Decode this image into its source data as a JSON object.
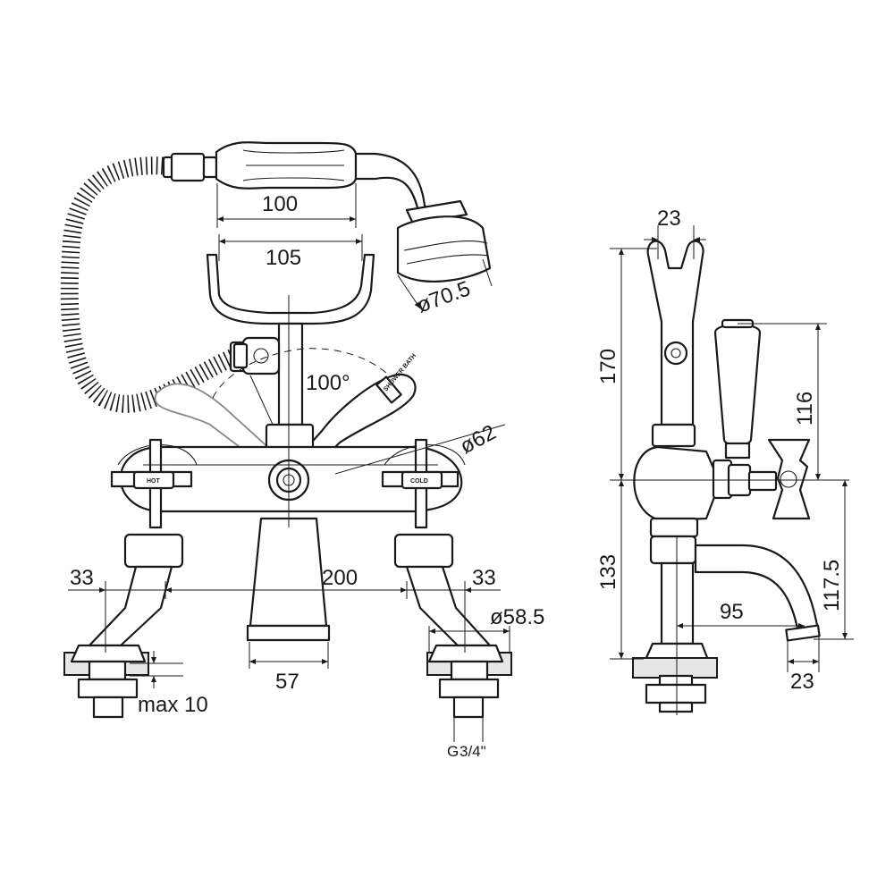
{
  "dimensions": {
    "handset_length": "100",
    "cradle_width": "105",
    "shower_head_diameter": "ø70.5",
    "lever_angle": "100°",
    "flange_diameter": "ø62",
    "outer_leg_left": "33",
    "centres": "200",
    "outer_leg_right": "33",
    "base_diameter": "ø58.5",
    "spout_base_width": "57",
    "deck_thickness": "max 10",
    "thread_size_prefix": "G",
    "thread_size_fraction": "3/4\"",
    "cradle_width_side": "23",
    "cradle_height": "170",
    "lever_height": "116",
    "lower_height": "133",
    "spout_height": "117.5",
    "spout_reach": "95",
    "spout_outlet": "23"
  },
  "handle_labels": {
    "hot": "HOT",
    "cold": "COLD",
    "diverter": "SHOWER BATH"
  }
}
